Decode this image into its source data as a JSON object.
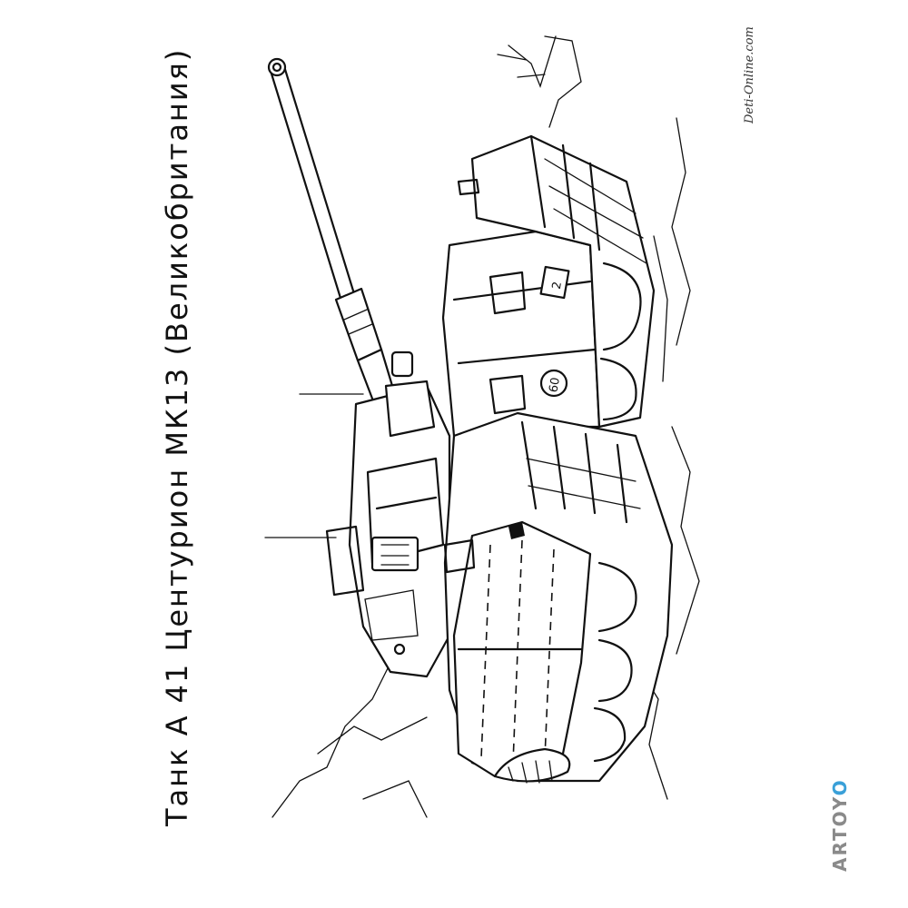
{
  "page": {
    "title": "Танк А 41 Центурион МК13 (Великобритания)",
    "watermark_site": "Deti-Online.com",
    "brand": {
      "text": "ARTOY",
      "o_letter": "O",
      "o_color": "#3aa0d8"
    }
  },
  "illustration": {
    "subject": "tank-line-art",
    "hull_markings": [
      "2",
      "60"
    ]
  }
}
